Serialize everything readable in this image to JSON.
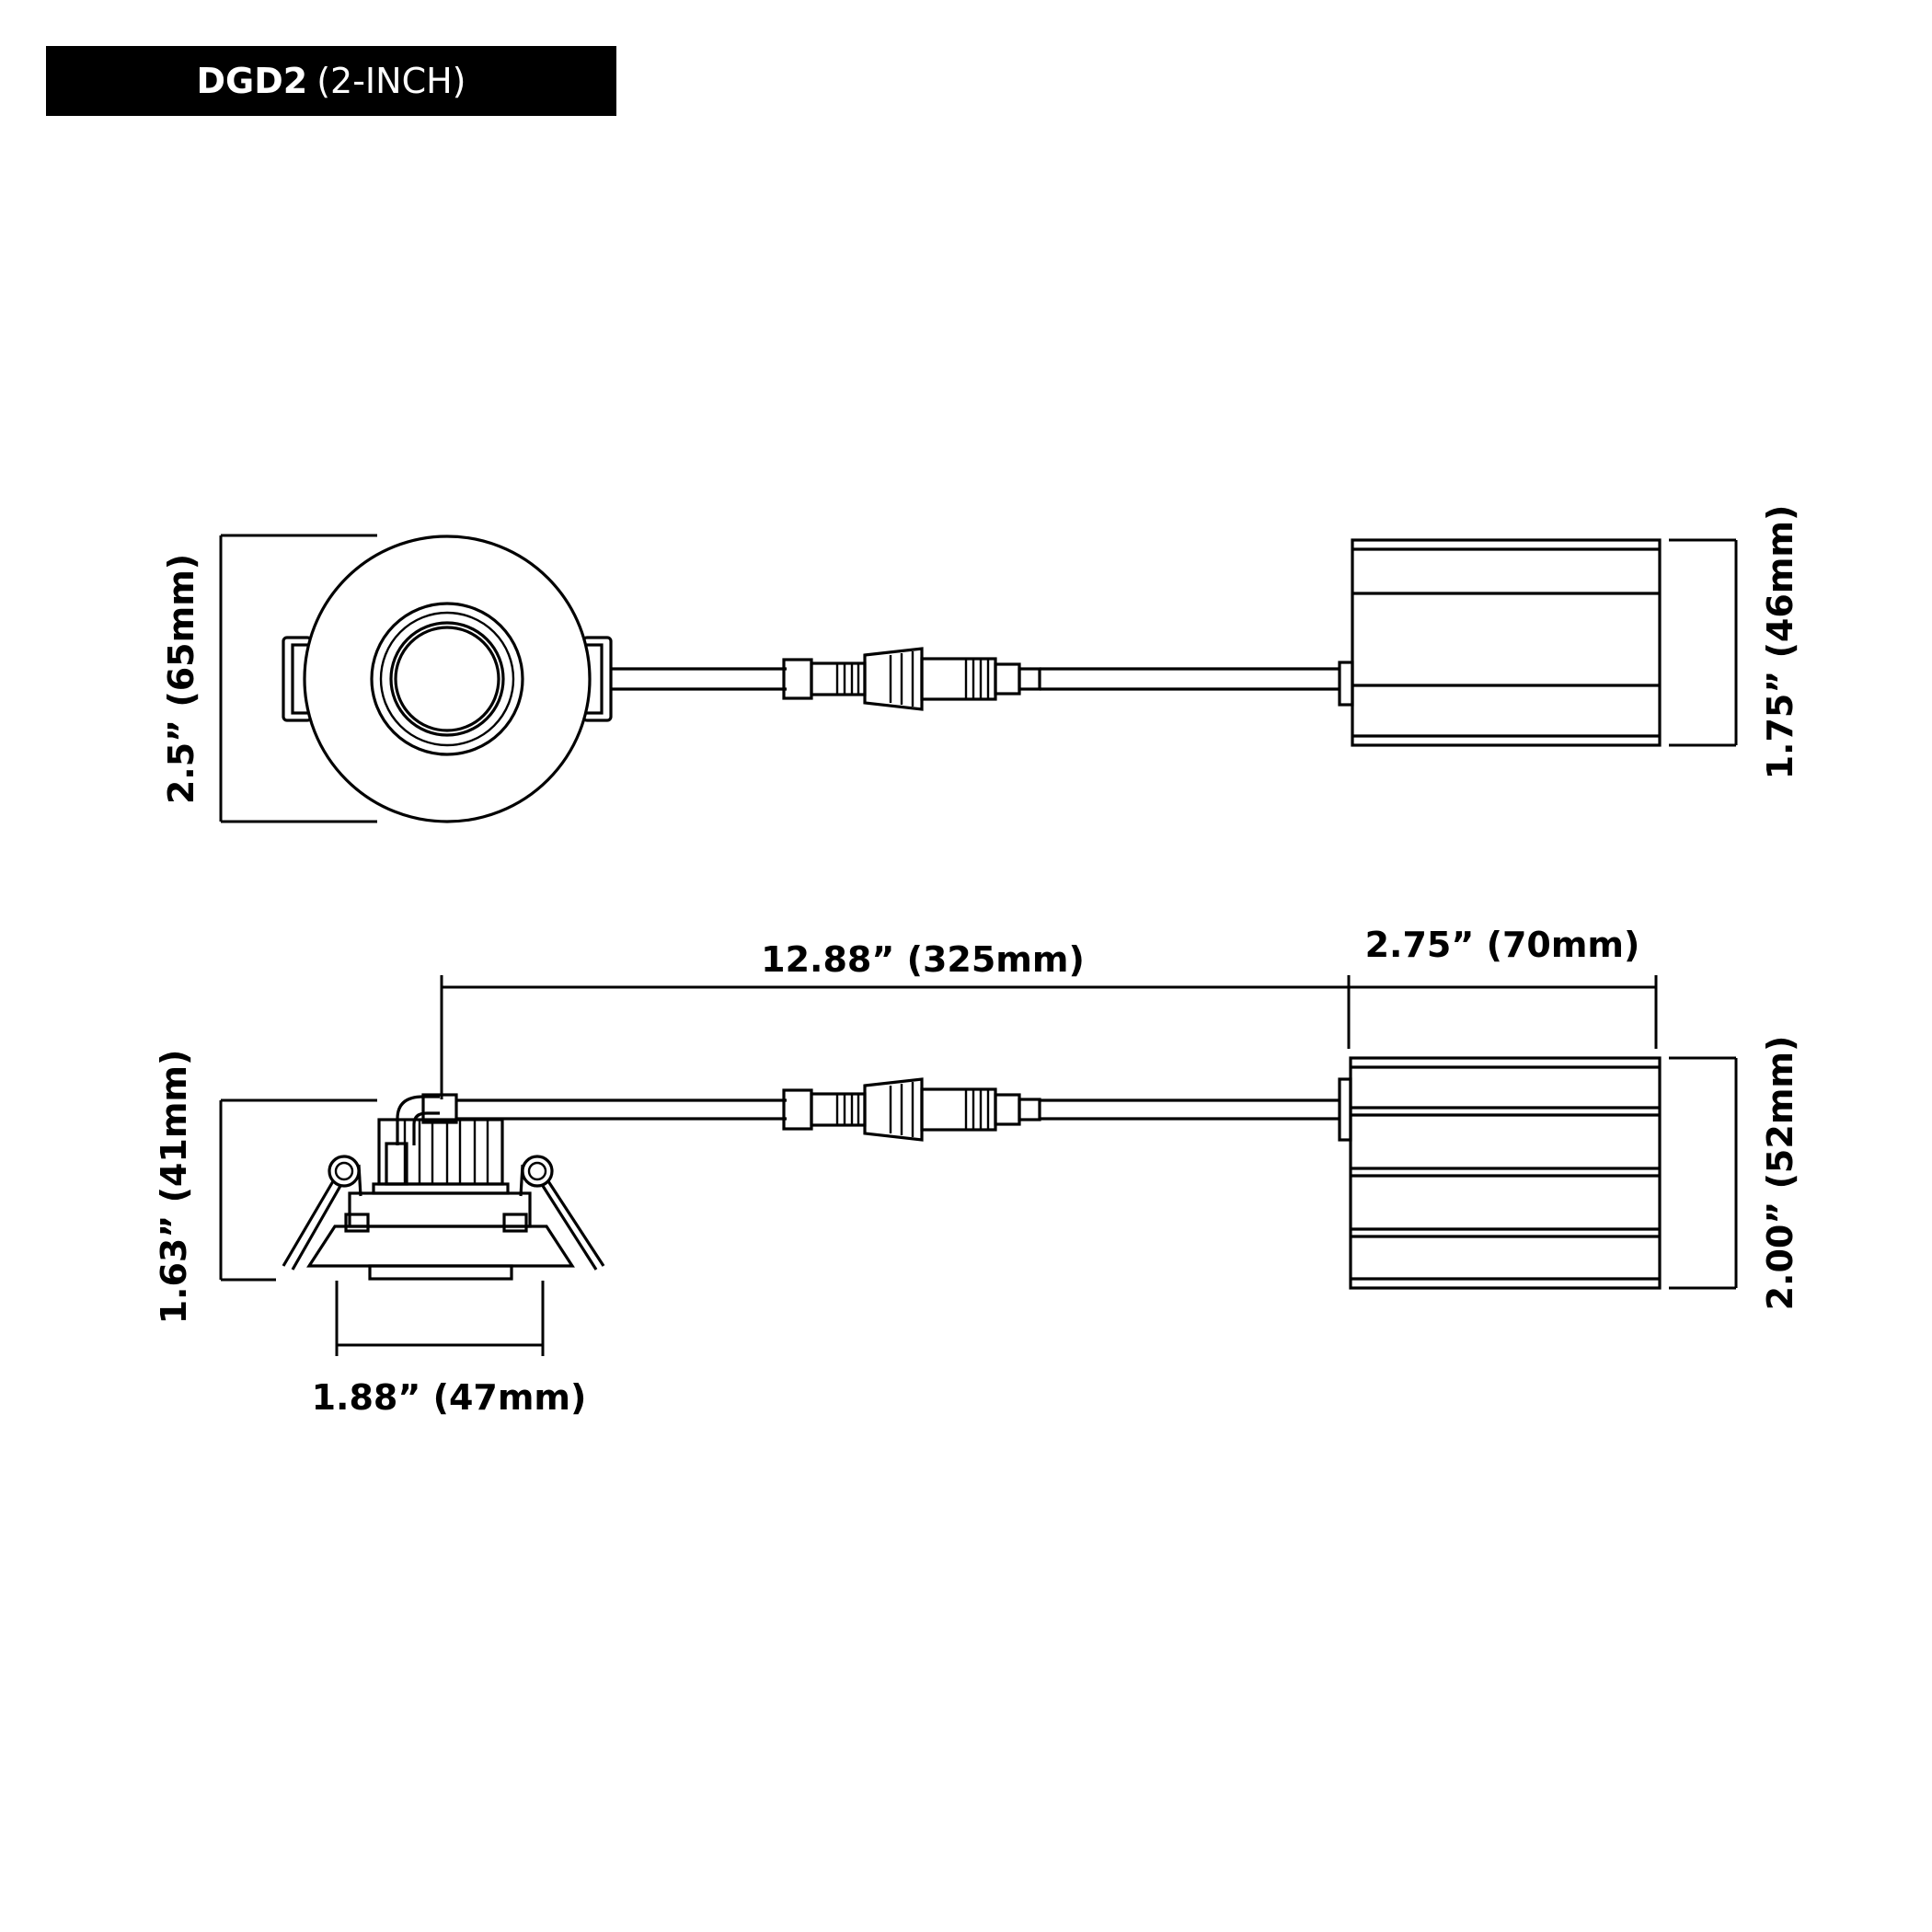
{
  "title": {
    "model": "DGD2",
    "size": "(2-INCH)"
  },
  "dimensions": {
    "top_view_diameter": "2.5” (65mm)",
    "driver_height_top": "1.75” (46mm)",
    "cable_length": "12.88” (325mm)",
    "driver_length": "2.75” (70mm)",
    "fixture_height": "1.63” (41mm)",
    "fixture_cutout": "1.88” (47mm)",
    "driver_height_side": "2.00” (52mm)"
  },
  "colors": {
    "line": "#000000",
    "background": "#ffffff",
    "title_bar": "#000000",
    "title_text": "#ffffff"
  }
}
